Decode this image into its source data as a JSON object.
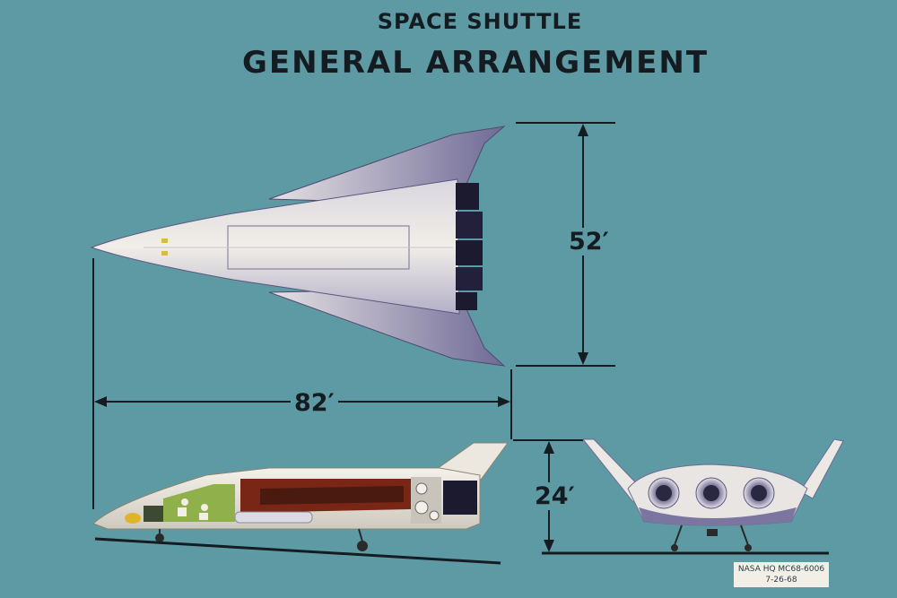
{
  "title": {
    "line1": "SPACE SHUTTLE",
    "line2": "GENERAL ARRANGEMENT"
  },
  "dimensions": {
    "span": "52′",
    "length": "82′",
    "height": "24′"
  },
  "catalog_label": {
    "id": "NASA HQ MC68-6006",
    "date": "7-26-68"
  },
  "colors": {
    "background": "#5e9aa3",
    "ink": "#141c22",
    "hull": "#e8e4dc",
    "hull_shadow": "#6f6a96",
    "cargo": "#7a2616",
    "crew_cabin": "#8fb04a"
  }
}
